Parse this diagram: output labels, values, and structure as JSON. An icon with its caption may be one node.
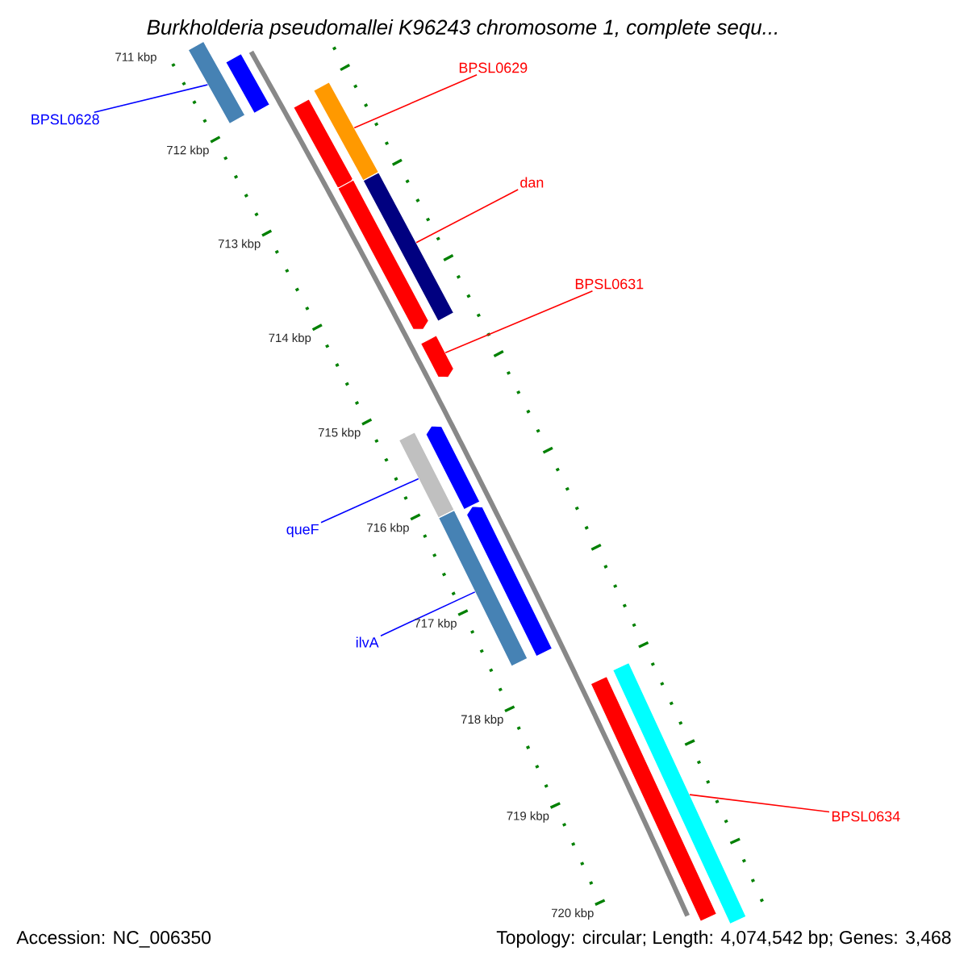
{
  "diagram": {
    "title": "Burkholderia pseudomallei K96243 chromosome 1, complete sequ...",
    "nodes": [
      {
        "text": [
          "BPSL0628"
        ]
      },
      {
        "text": [
          "BPSL0629"
        ]
      },
      {
        "text": [
          "dan"
        ]
      },
      {
        "text": [
          "BPSL0631"
        ]
      },
      {
        "text": [
          "queF"
        ]
      },
      {
        "text": [
          "ilvA"
        ]
      },
      {
        "text": [
          "BPSL0634"
        ]
      },
      {
        "text": [],
        "shape": "bar"
      },
      {
        "text": [],
        "shape": "bar"
      },
      {
        "text": [],
        "shape": "bar"
      },
      {
        "text": [],
        "shape": "bar"
      },
      {
        "text": [],
        "shape": "bar"
      },
      {
        "text": [],
        "shape": "bar"
      },
      {
        "text": [],
        "shape": "bar"
      },
      {
        "text": [],
        "shape": "bar"
      },
      {
        "text": [],
        "shape": "bar"
      },
      {
        "text": [],
        "shape": "bar"
      },
      {
        "text": [],
        "shape": "bar"
      },
      {
        "text": [],
        "shape": "bar"
      },
      {
        "text": [],
        "shape": "bar"
      }
    ],
    "edges": [
      {
        "from": 0,
        "to": 7,
        "arrow": "none",
        "color": "#0000ff"
      },
      {
        "from": 1,
        "to": 10,
        "arrow": "none"
      },
      {
        "from": 2,
        "to": 11,
        "arrow": "none"
      },
      {
        "from": 3,
        "to": 13,
        "arrow": "none"
      },
      {
        "from": 4,
        "to": 14,
        "arrow": "none",
        "color": "#0000ff"
      },
      {
        "from": 5,
        "to": 16,
        "arrow": "none",
        "color": "#0000ff"
      },
      {
        "from": 6,
        "to": 19,
        "arrow": "none"
      }
    ],
    "labels": [
      "711 kbp",
      "712 kbp",
      "713 kbp",
      "714 kbp",
      "715 kbp",
      "716 kbp",
      "717 kbp",
      "718 kbp",
      "719 kbp",
      "720 kbp",
      "Accession: NC_006350",
      "Topology: circular; Length: 4,074,542 bp; Genes: 3,468"
    ]
  }
}
